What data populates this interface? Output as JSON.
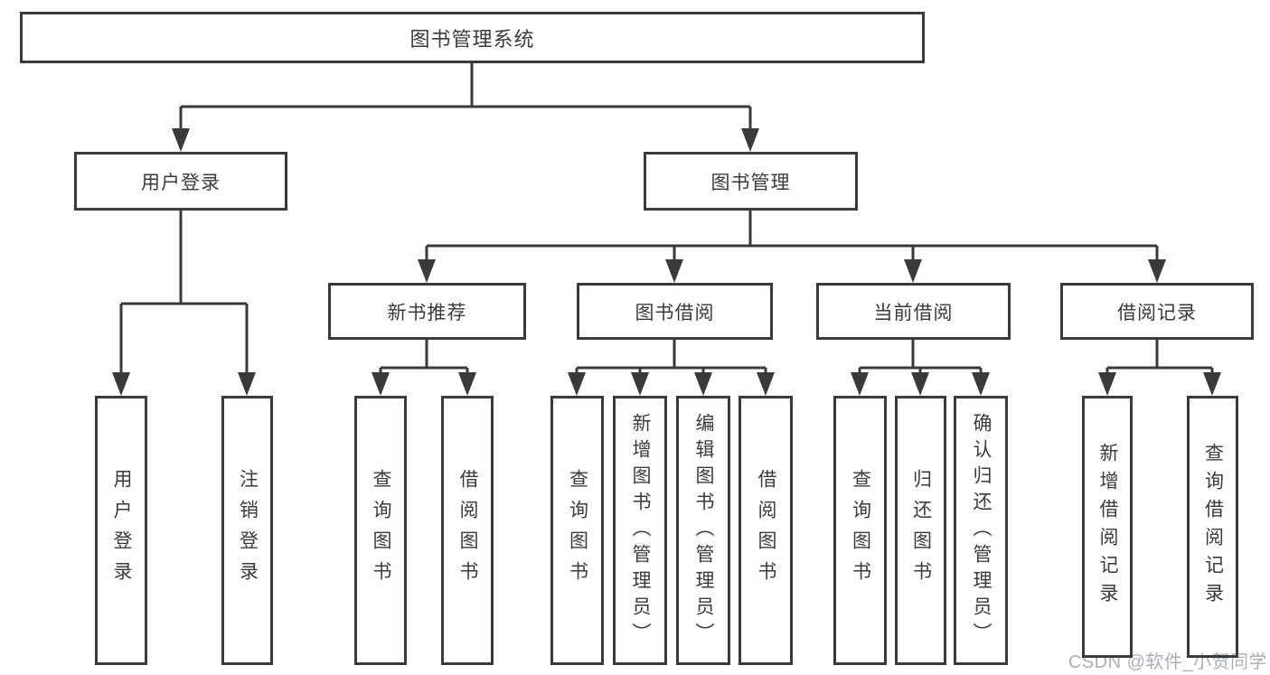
{
  "colors": {
    "line": "#3a3a3a",
    "text": "#3b3b3b",
    "background": "#ffffff",
    "watermark": "#abaeb3"
  },
  "diagram": {
    "root": {
      "label": "图书管理系统"
    },
    "branches": [
      {
        "label": "用户登录",
        "children": [
          {
            "label": "用户登录"
          },
          {
            "label": "注销登录"
          }
        ]
      },
      {
        "label": "图书管理",
        "children": [
          {
            "label": "新书推荐",
            "children": [
              {
                "label": "查询图书"
              },
              {
                "label": "借阅图书"
              }
            ]
          },
          {
            "label": "图书借阅",
            "children": [
              {
                "label": "查询图书"
              },
              {
                "label": "新增图书（管理员）"
              },
              {
                "label": "编辑图书（管理员）"
              },
              {
                "label": "借阅图书"
              }
            ]
          },
          {
            "label": "当前借阅",
            "children": [
              {
                "label": "查询图书"
              },
              {
                "label": "归还图书"
              },
              {
                "label": "确认归还（管理员）"
              }
            ]
          },
          {
            "label": "借阅记录",
            "children": [
              {
                "label": "新增借阅记录"
              },
              {
                "label": "查询借阅记录"
              }
            ]
          }
        ]
      }
    ]
  },
  "watermark": {
    "text": "CSDN @软件_小贺同学"
  }
}
